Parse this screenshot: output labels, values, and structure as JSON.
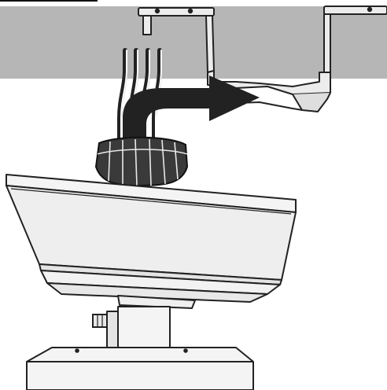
{
  "diagram": {
    "colors": {
      "ceiling": "#b6b6b6",
      "background": "#ffffff",
      "outline": "#222222",
      "motor_fill": "#f4f4f4",
      "bracket_fill": "#ececec",
      "knob_fill": "#3a3a3a",
      "arrow": "#222222"
    },
    "parts": [
      {
        "name": "ceiling",
        "label": ""
      },
      {
        "name": "mounting-bracket-left",
        "label": ""
      },
      {
        "name": "mounting-bracket-right",
        "label": ""
      },
      {
        "name": "hanger-hook",
        "label": ""
      },
      {
        "name": "lead-wires",
        "label": ""
      },
      {
        "name": "direction-arrow",
        "label": ""
      },
      {
        "name": "wire-collar",
        "label": ""
      },
      {
        "name": "fan-motor-housing",
        "label": ""
      },
      {
        "name": "mounting-stem",
        "label": ""
      },
      {
        "name": "set-screw",
        "label": ""
      },
      {
        "name": "lower-housing",
        "label": ""
      }
    ]
  }
}
